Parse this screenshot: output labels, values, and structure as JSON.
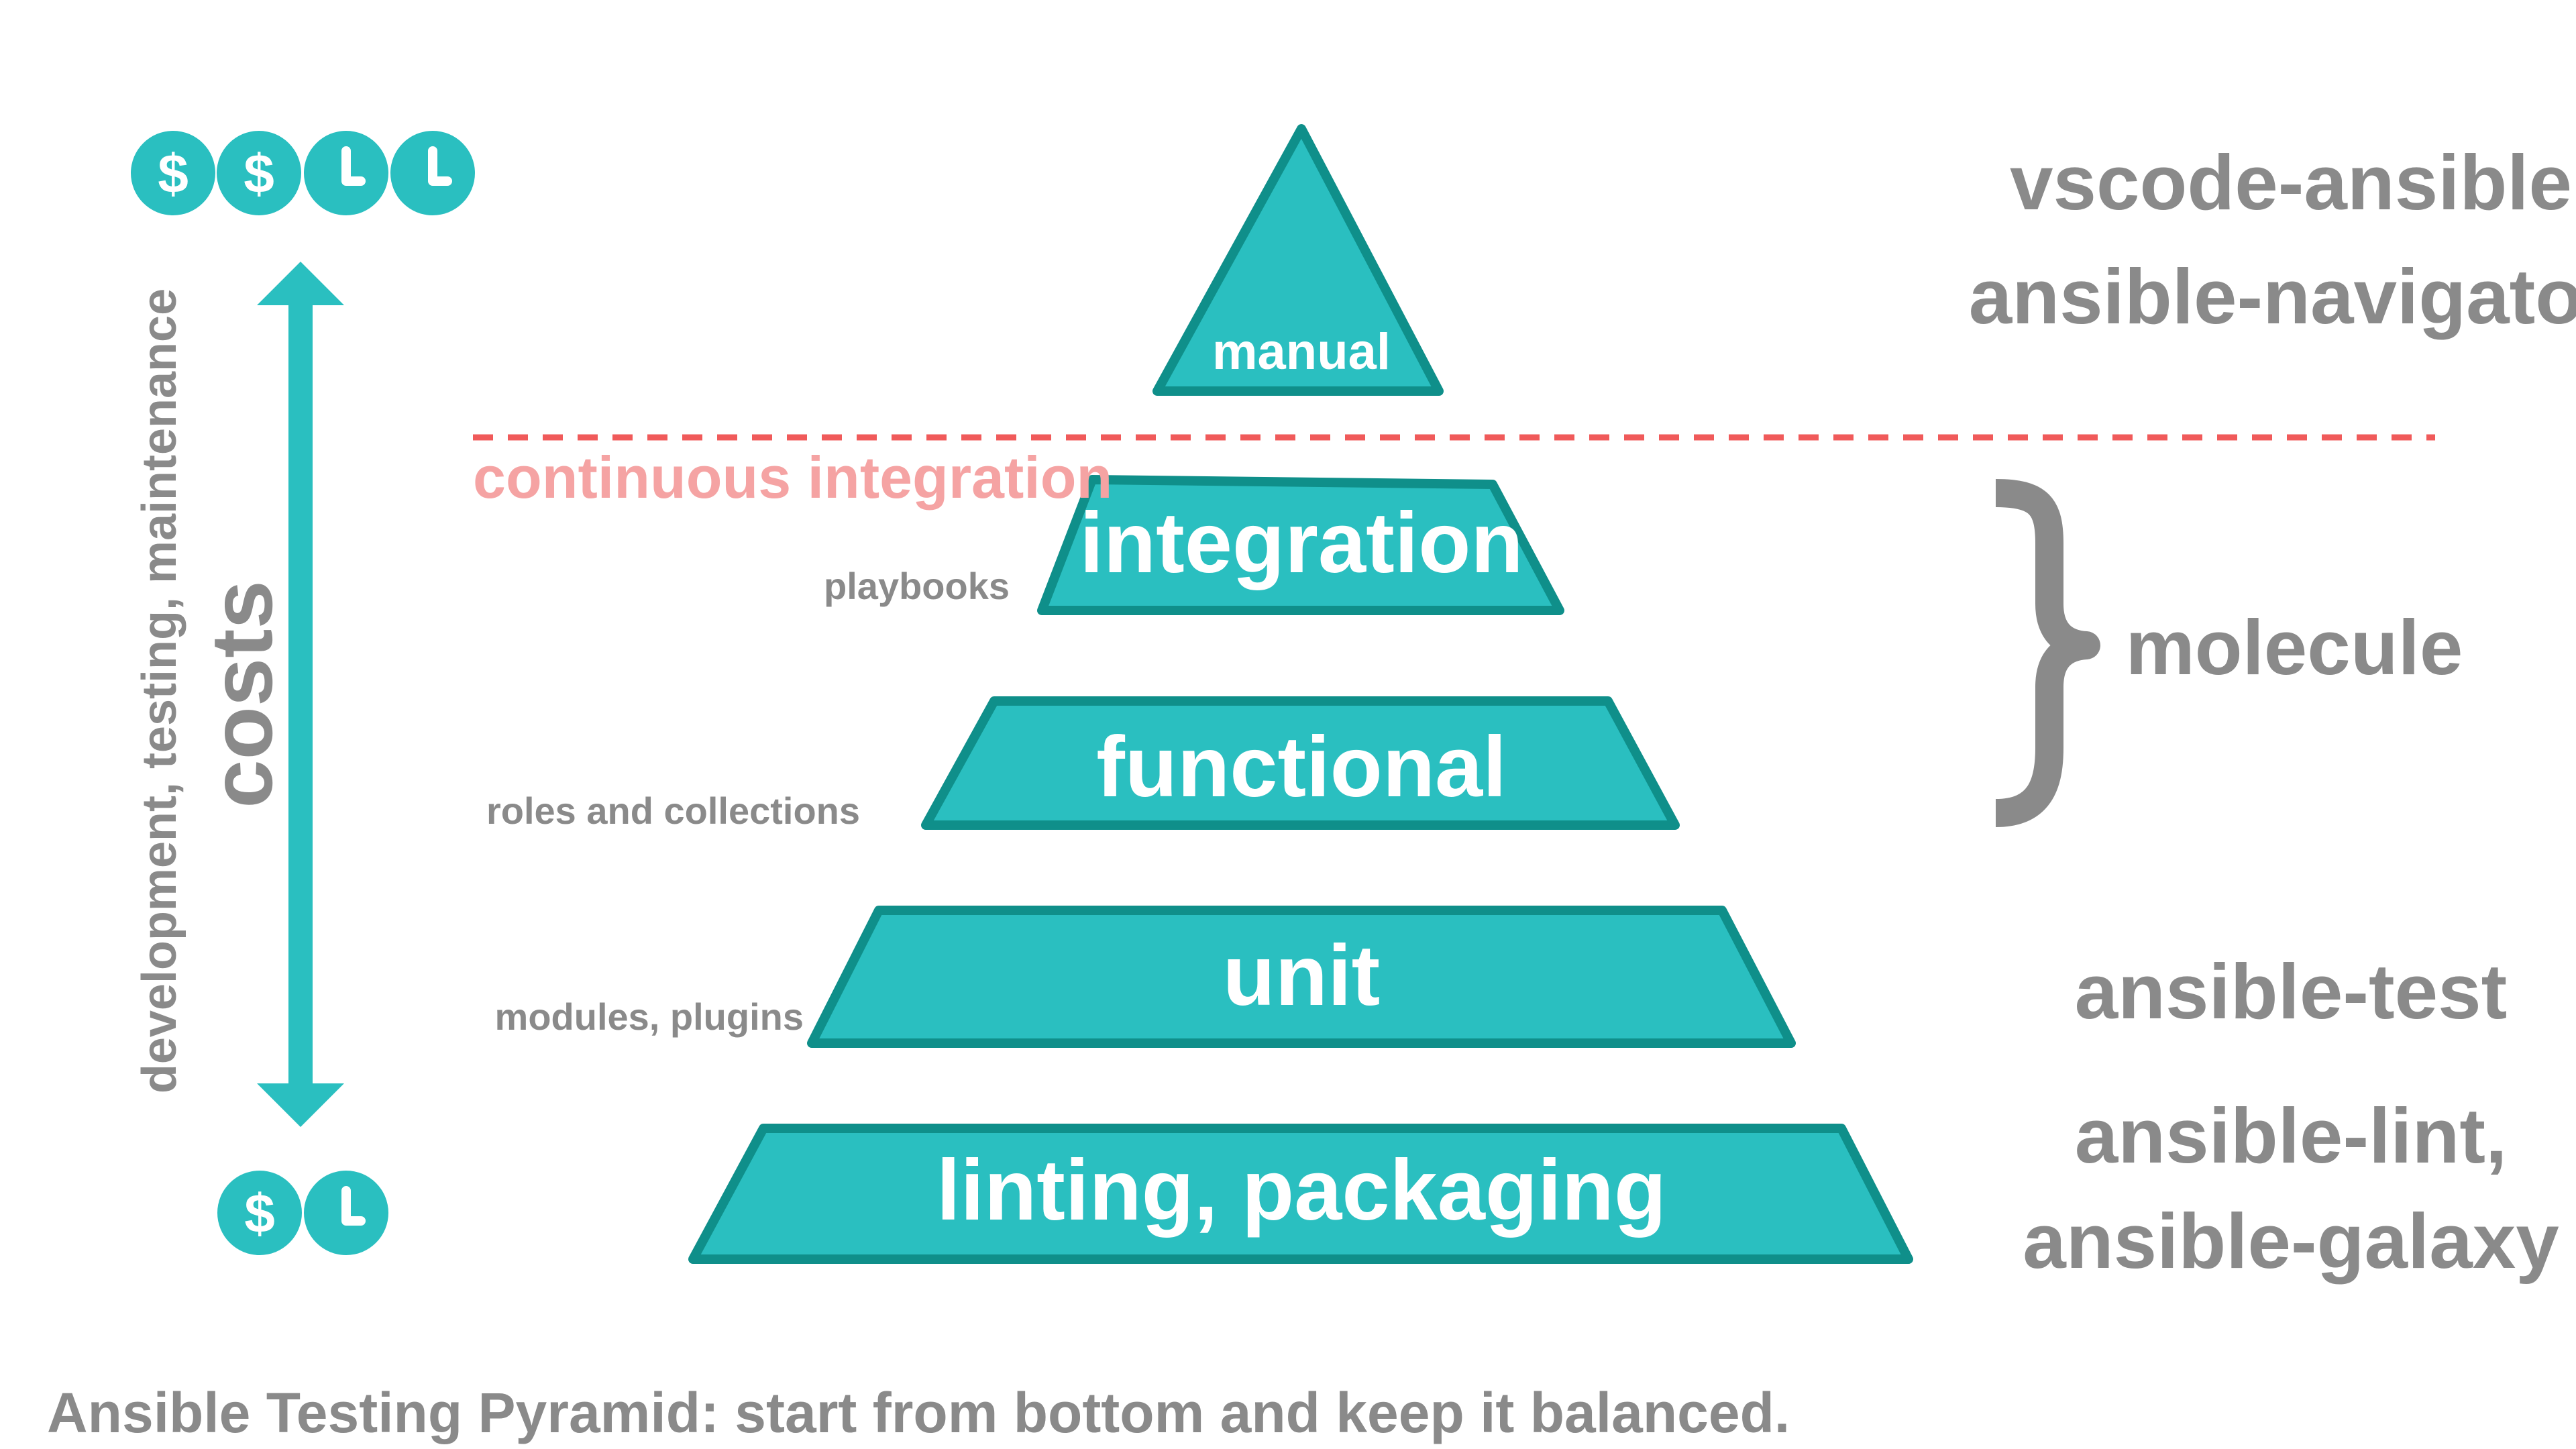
{
  "colors": {
    "tier_fill": "#2abfc0",
    "tier_stroke": "#0f8f8a",
    "gray_text": "#8a8a8a",
    "ci_line": "#f05a5a",
    "ci_text": "#f5a3a3",
    "arrow": "#2abfc0",
    "brace": "#8a8a8a",
    "white": "#ffffff"
  },
  "pyramid": {
    "manual": "manual",
    "integration": "integration",
    "functional": "functional",
    "unit": "unit",
    "linting": "linting, packaging"
  },
  "left_labels": {
    "playbooks": "playbooks",
    "roles": "roles and collections",
    "modules": "modules, plugins"
  },
  "tools": {
    "vscode": "vscode-ansible",
    "navigator": "ansible-navigator",
    "molecule": "molecule",
    "ansible_test": "ansible-test",
    "lint_line1": "ansible-lint,",
    "lint_line2": "ansible-galaxy"
  },
  "ci": {
    "label": "continuous integration"
  },
  "costs": {
    "title": "costs",
    "subtitle": "development, testing, maintenance",
    "top_icons": [
      "dollar-icon",
      "dollar-icon",
      "clock-icon",
      "clock-icon"
    ],
    "bottom_icons": [
      "dollar-icon",
      "clock-icon"
    ],
    "dollar_glyph": "$"
  },
  "caption": "Ansible Testing Pyramid: start from bottom and keep it balanced."
}
